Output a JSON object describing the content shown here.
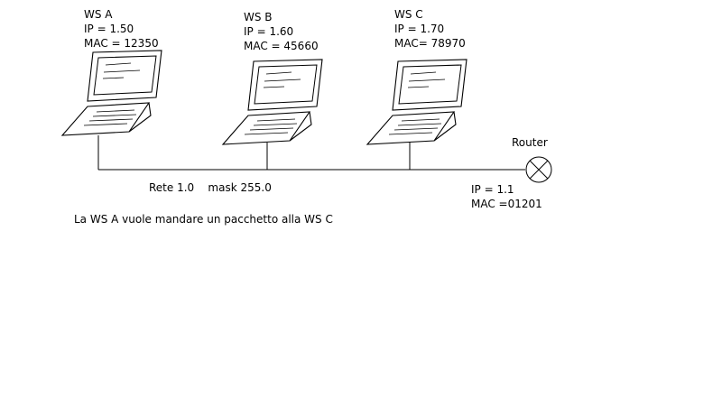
{
  "workstations": [
    {
      "name": "WS A",
      "ip": "IP = 1.50",
      "mac": "MAC = 12350"
    },
    {
      "name": "WS B",
      "ip": "IP = 1.60",
      "mac": "MAC = 45660"
    },
    {
      "name": "WS C",
      "ip": "IP = 1.70",
      "mac": "MAC= 78970"
    }
  ],
  "router": {
    "name": "Router",
    "ip": "IP = 1.1",
    "mac": "MAC =01201"
  },
  "network": {
    "label": "Rete 1.0    mask 255.0"
  },
  "caption": "La WS A vuole mandare un pacchetto alla WS C",
  "icons": {
    "workstation": "laptop-icon",
    "router": "router-x-circle-icon"
  },
  "colors": {
    "ink": "#000000",
    "background": "#ffffff"
  }
}
